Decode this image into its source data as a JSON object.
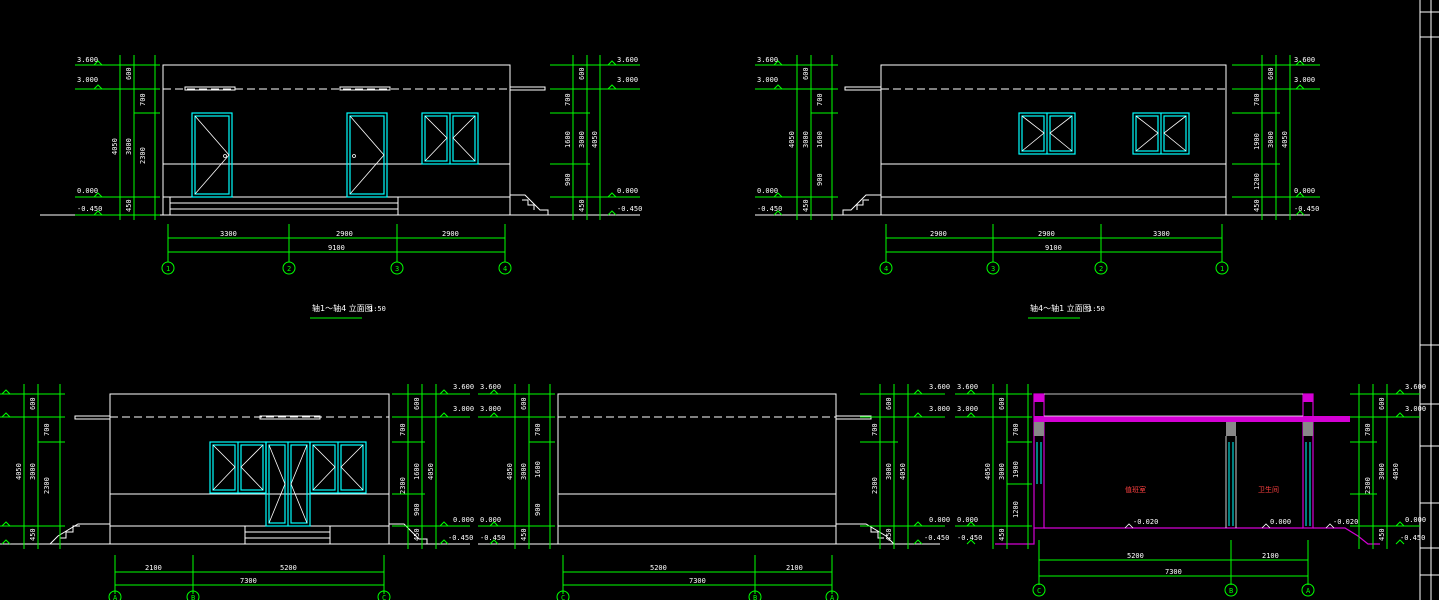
{
  "colors": {
    "background": "#000000",
    "wall": "#ffffff",
    "dimension": "#00ff00",
    "window": "#00ffff",
    "section": "#d400d4",
    "room_label": "#ff4040"
  },
  "levels": {
    "top": "3.600",
    "roof": "3.000",
    "ground": "0.000",
    "plinth": "-0.450",
    "top_alt": "3.600",
    "roof_alt": "3.000",
    "ground_alt": "0.000"
  },
  "heights": {
    "parapet": "600",
    "upper": "700",
    "lower": "2300",
    "plinth": "450",
    "total": "4050",
    "floor": "3000",
    "mid": "1600",
    "base": "900",
    "mid_b": "1900",
    "base_b": "1200"
  },
  "elev1": {
    "spans": [
      "3300",
      "2900",
      "2900"
    ],
    "total": "9100",
    "axes": [
      "1",
      "2",
      "3",
      "4"
    ],
    "title": "轴1～轴4 立面图",
    "scale": "1:50"
  },
  "elev2": {
    "spans": [
      "2900",
      "2900",
      "3300"
    ],
    "total": "9100",
    "axes": [
      "4",
      "3",
      "2",
      "1"
    ],
    "title": "轴4～轴1 立面图",
    "scale": "1:50"
  },
  "elev3": {
    "spans": [
      "2100",
      "5200"
    ],
    "total": "7300",
    "axes": [
      "A",
      "B",
      "C"
    ]
  },
  "elev4": {
    "spans": [
      "5200",
      "2100"
    ],
    "total": "7300",
    "axes": [
      "C",
      "B",
      "A"
    ]
  },
  "section": {
    "spans": [
      "5200",
      "2100"
    ],
    "total": "7300",
    "axes": [
      "C",
      "B",
      "A"
    ],
    "room_left": "值班室",
    "room_right": "卫生间",
    "floor_level_left": "-0.020",
    "floor_level_right": "0.000",
    "outside_level": "-0.020"
  }
}
